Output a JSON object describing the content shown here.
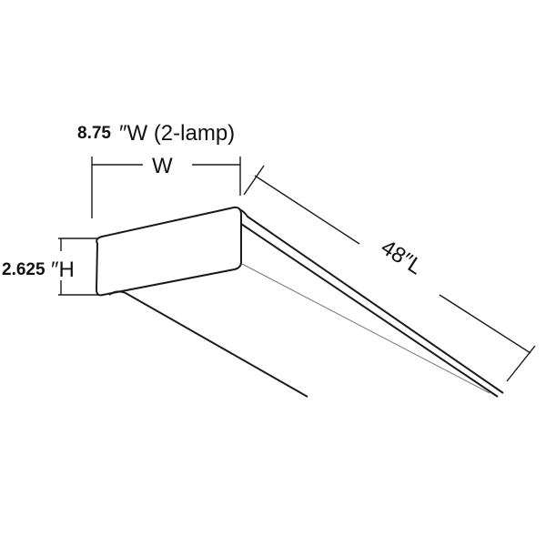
{
  "diagram": {
    "width_value": "8.75",
    "width_suffix": "″W (2-lamp)",
    "width_symbol": "W",
    "height_value": "2.625",
    "height_suffix": "″H",
    "length_label": "48″L"
  },
  "colors": {
    "ink": "#111111",
    "background": "#ffffff"
  }
}
